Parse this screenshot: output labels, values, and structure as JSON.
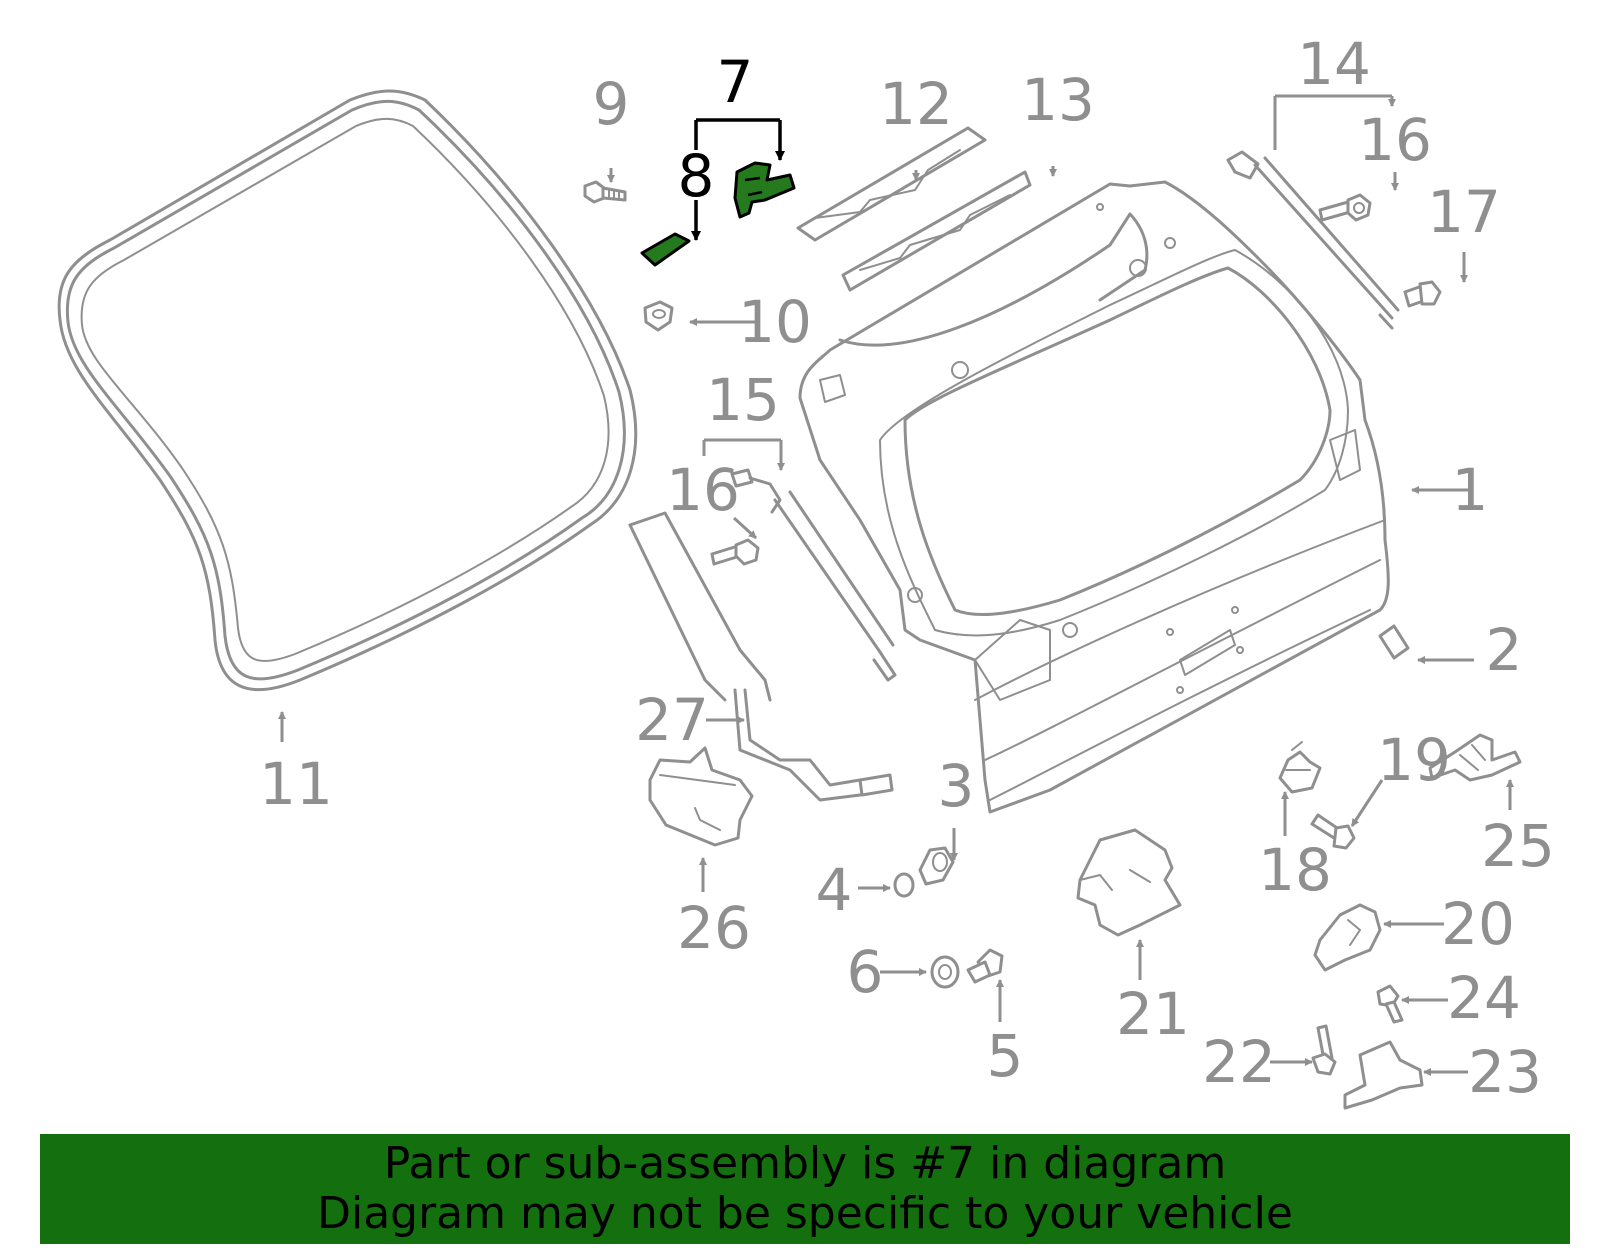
{
  "callouts": [
    "1",
    "2",
    "3",
    "4",
    "5",
    "6",
    "7",
    "8",
    "9",
    "10",
    "11",
    "12",
    "13",
    "14",
    "15",
    "16",
    "16",
    "17",
    "18",
    "19",
    "20",
    "21",
    "22",
    "23",
    "24",
    "25",
    "26",
    "27"
  ],
  "highlight_part": "7",
  "colors": {
    "highlight": "#257a1d",
    "banner": "#146f0f",
    "parts": "#8f8f8f",
    "callout_highlight": "#000000"
  },
  "banner": {
    "line1": "Part or sub-assembly is #7 in diagram",
    "line2": "Diagram may not be specific to your vehicle"
  }
}
